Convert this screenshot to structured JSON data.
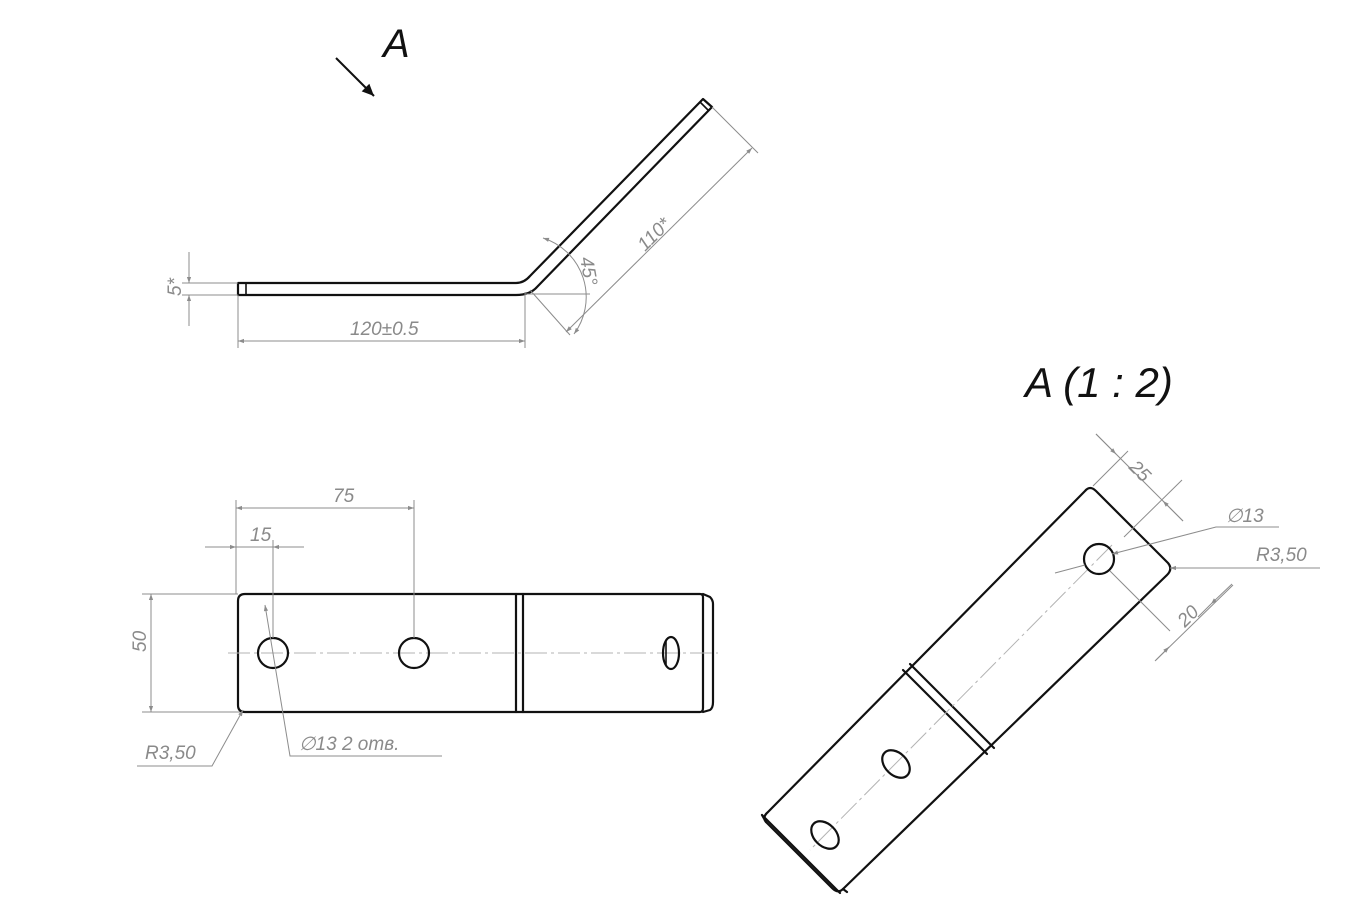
{
  "view_arrow_label": "A",
  "view_title": "A (1 : 2)",
  "dimensions": {
    "thickness": "5*",
    "length_horizontal": "120±0.5",
    "length_inclined": "110*",
    "bend_angle": "45°",
    "hole_first_offset": "15",
    "hole_second_offset": "75",
    "width": "50",
    "corner_radius_front": "R3,50",
    "hole_callout_front": "∅13   2 отв.",
    "view_edge_offset": "25",
    "view_hole_diameter": "∅13",
    "view_corner_radius": "R3,50",
    "view_hole_offset": "20"
  },
  "colors": {
    "part_outline": "#111111",
    "dimension_lines": "#8c8c8c",
    "center_lines": "#b3b3b3"
  }
}
